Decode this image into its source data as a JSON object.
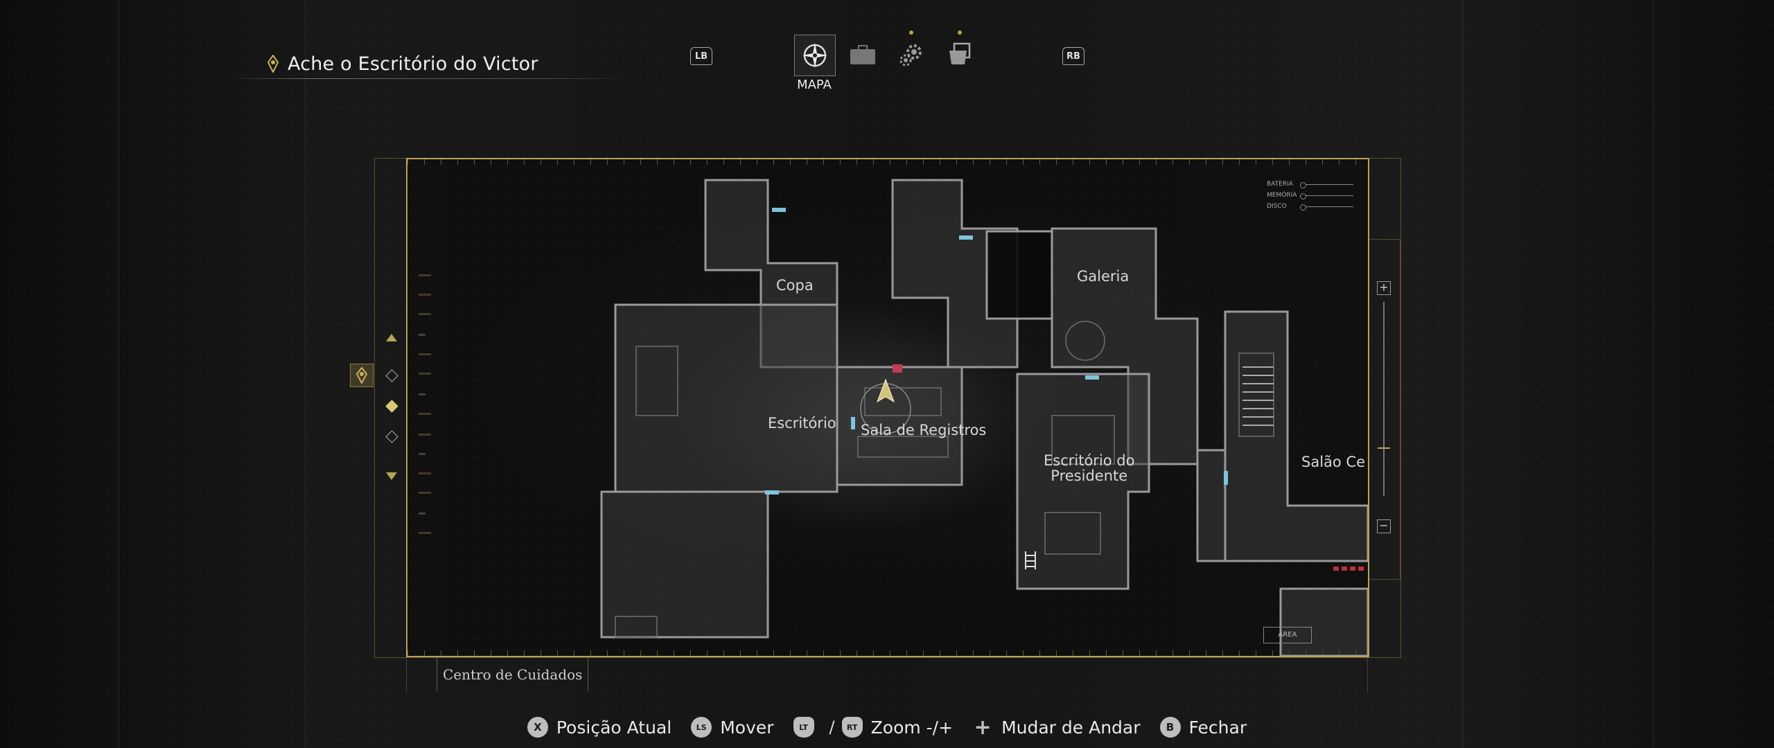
{
  "objective": {
    "text": "Ache o Escritório do Victor"
  },
  "tabs": {
    "left_bumper": "LB",
    "right_bumper": "RB",
    "active_label": "MAPA",
    "items": [
      {
        "icon": "compass-icon",
        "active": true
      },
      {
        "icon": "briefcase-icon",
        "active": false
      },
      {
        "icon": "gears-icon",
        "active": false
      },
      {
        "icon": "files-icon",
        "active": false
      }
    ]
  },
  "map": {
    "rooms": {
      "copa": "Copa",
      "galeria": "Galeria",
      "escritorio": "Escritório",
      "sala_registros": "Sala de Registros",
      "escritorio_presidente_line1": "Escritório do",
      "escritorio_presidente_line2": "Presidente",
      "salao": "Salão Ce"
    },
    "status_rows": [
      "BATERIA",
      "MEMÓRIA",
      "DISCO"
    ],
    "area_tag": "ÁREA",
    "location": "Centro de Cuidados",
    "accent_color": "#b9a35a",
    "door_color": "#7fc4dc"
  },
  "hints": [
    {
      "glyph": "X",
      "label": "Posição Atual"
    },
    {
      "glyph": "LS",
      "label": "Mover"
    },
    {
      "glyph": "LT",
      "label": ""
    },
    {
      "glyph": "RT",
      "label": "Zoom -/+"
    },
    {
      "glyph": "+",
      "label": "Mudar de Andar"
    },
    {
      "glyph": "B",
      "label": "Fechar"
    }
  ],
  "hint_separator": "/"
}
